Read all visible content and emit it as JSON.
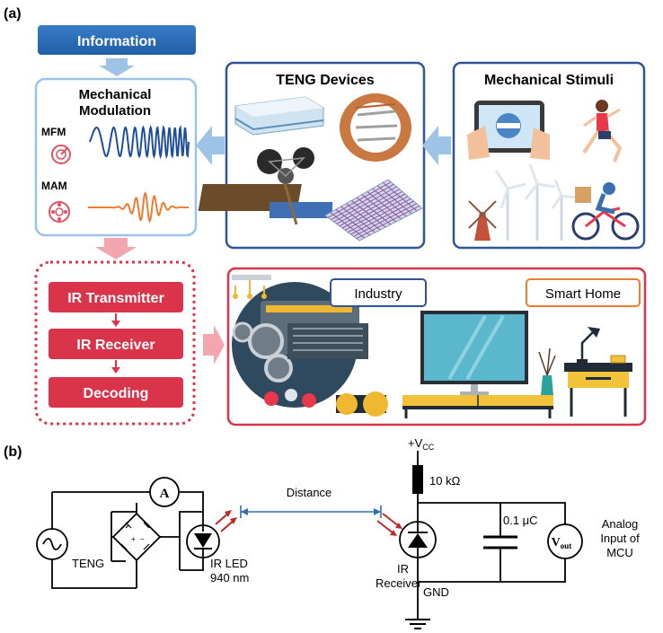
{
  "panel_a": {
    "label": "(a)",
    "information": "Information",
    "modulation_title_1": "Mechanical",
    "modulation_title_2": "Modulation",
    "mfm": "MFM",
    "mam": "MAM",
    "teng_title": "TENG Devices",
    "stimuli_title": "Mechanical Stimuli",
    "ir_transmitter": "IR Transmitter",
    "ir_receiver": "IR Receiver",
    "decoding": "Decoding",
    "industry": "Industry",
    "smart_home": "Smart Home"
  },
  "panel_b": {
    "label": "(b)",
    "vcc_main": "+V",
    "vcc_sub": "CC",
    "resistor": "10 kΩ",
    "distance": "Distance",
    "capacitor": "0.1 μC",
    "vout_main": "V",
    "vout_sub": "out",
    "analog_1": "Analog",
    "analog_2": "Input of",
    "analog_3": "MCU",
    "ammeter": "A",
    "teng": "TENG",
    "ir_led_1": "IR LED",
    "ir_led_2": "940 nm",
    "receiver_1": "IR",
    "receiver_2": "Receiver",
    "gnd": "GND"
  },
  "colors": {
    "blue": "#2f5597",
    "light_blue": "#9dc3e6",
    "red": "#d9344a",
    "light_red": "#f4a6ae",
    "orange": "#ed7d31"
  }
}
